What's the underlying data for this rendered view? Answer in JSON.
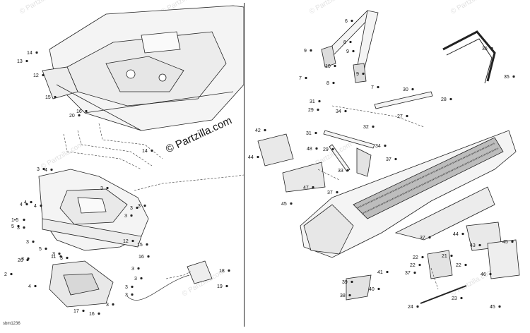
{
  "watermark_text": "© Partzilla.com",
  "copyright_text": "© Partzilla.com",
  "doc_code": "sbm1236",
  "colors": {
    "line": "#222222",
    "fill": "#f4f4f4",
    "watermark": "#e2e2e2"
  },
  "callouts_left": [
    "14",
    "13",
    "12",
    "15",
    "16",
    "20",
    "14",
    "3",
    "4",
    "4",
    "3",
    "4",
    "4",
    "3",
    "3",
    "3",
    "1•5",
    "5",
    "3",
    "3",
    "3",
    "20",
    "5",
    "3",
    "11",
    "3",
    "3",
    "12",
    "16",
    "15",
    "3",
    "2",
    "4",
    "3",
    "3",
    "17",
    "16",
    "3",
    "18",
    "19"
  ],
  "callouts_right": [
    "6",
    "9",
    "8",
    "10",
    "9",
    "7",
    "8",
    "9",
    "7",
    "30",
    "31",
    "29",
    "34",
    "28",
    "27",
    "31",
    "32",
    "42",
    "44",
    "48",
    "34",
    "29",
    "33",
    "47",
    "37",
    "37",
    "45",
    "36",
    "35",
    "44",
    "43",
    "40",
    "37",
    "38",
    "39",
    "41",
    "22",
    "22",
    "37",
    "21",
    "22",
    "24",
    "23",
    "45",
    "46",
    "45"
  ]
}
